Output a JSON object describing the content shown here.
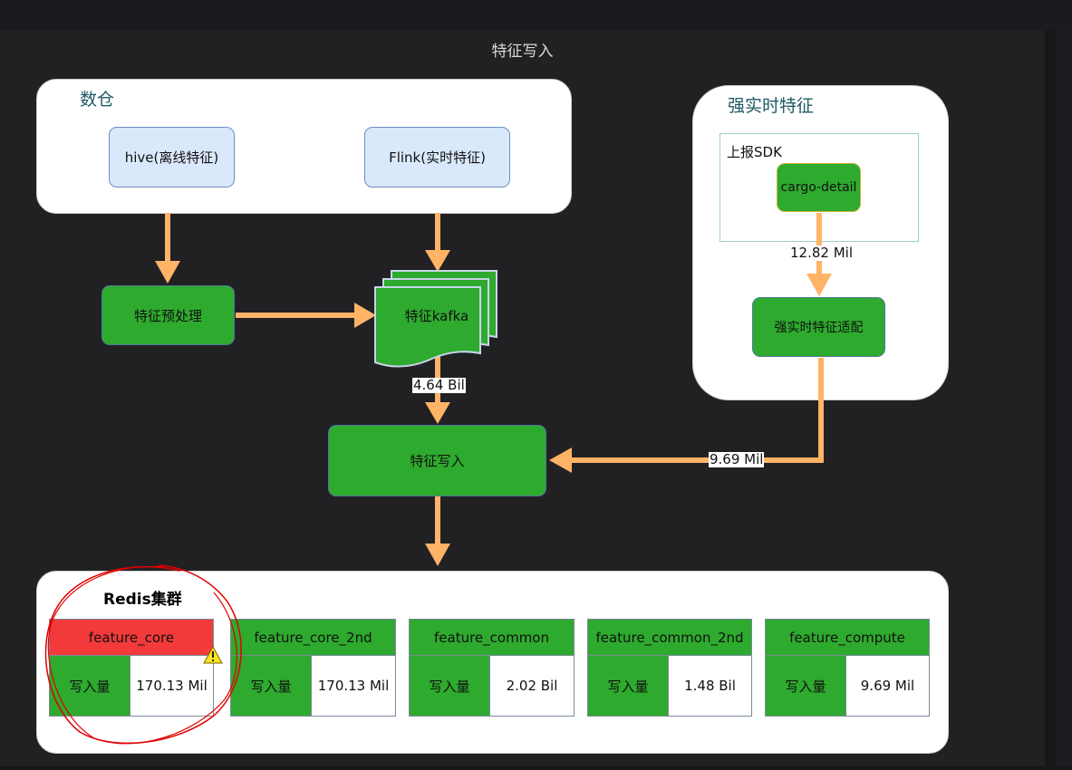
{
  "title": "特征写入",
  "groups": {
    "warehouse": {
      "label": "数仓"
    },
    "realtime": {
      "label": "强实时特征"
    },
    "redis": {
      "label": "Redis集群"
    }
  },
  "nodes": {
    "hive": "hive(离线特征)",
    "flink": "Flink(实时特征)",
    "preprocess": "特征预处理",
    "kafka": "特征kafka",
    "sdk_label": "上报SDK",
    "cargo": "cargo-detail",
    "adapter": "强实时特征适配",
    "writer": "特征写入"
  },
  "edges": {
    "cargo_to_adapter": "12.82 Mil",
    "kafka_to_writer": "4.64 Bil",
    "adapter_to_writer": "9.69 Mil"
  },
  "redis_tables": [
    {
      "name": "feature_core",
      "key": "写入量",
      "value": "170.13 Mil",
      "status": "alert"
    },
    {
      "name": "feature_core_2nd",
      "key": "写入量",
      "value": "170.13 Mil",
      "status": "ok"
    },
    {
      "name": "feature_common",
      "key": "写入量",
      "value": "2.02 Bil",
      "status": "ok"
    },
    {
      "name": "feature_common_2nd",
      "key": "写入量",
      "value": "1.48 Bil",
      "status": "ok"
    },
    {
      "name": "feature_compute",
      "key": "写入量",
      "value": "9.69 Mil",
      "status": "ok"
    }
  ],
  "colors": {
    "node_green": "#2eaa2e",
    "node_blue": "#dae8fc",
    "arrow": "#ffb366",
    "alert": "#f23a3a",
    "annotation": "#e00000"
  },
  "icons": {
    "warning": "warning-icon"
  }
}
